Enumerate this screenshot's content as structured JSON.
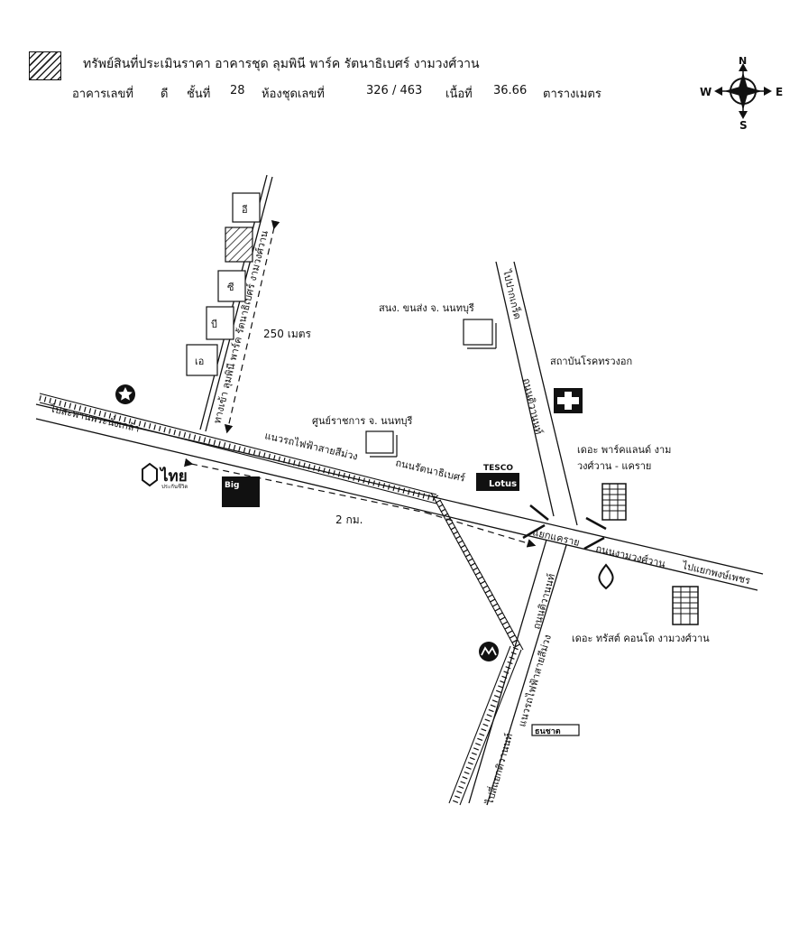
{
  "header": {
    "line1": "ทรัพย์สินที่ประเมินราคา อาคารชุด ลุมพินี พาร์ค รัตนาธิเบศร์ งามวงศ์วาน",
    "building_label": "อาคารเลขที่",
    "building_value": "ดี",
    "floor_label": "ชั้นที่",
    "floor_value": "28",
    "room_label": "ห้องชุดเลขที่",
    "room_value": "326 / 463",
    "area_label": "เนื้อที่",
    "area_value": "36.66",
    "area_unit": "ตารางเมตร"
  },
  "compass": {
    "n": "N",
    "s": "S",
    "e": "E",
    "w": "W"
  },
  "map": {
    "buildings": [
      "อี",
      "ซี",
      "บี",
      "เอ"
    ],
    "lumpini_road": "ทางเข้า ลุมพินี พาร์ค รัตนาธิเบศร์ งามวงศ์วาน",
    "dist_250": "250 เมตร",
    "dist_2km": "2 กม.",
    "to_pranangklao": "ไปสะพานพระนั่งเกล้า",
    "rail_purple": "แนวรถไฟฟ้าสายสีม่วง",
    "rattanathibet_rd": "ถนนรัตนาธิเบศร์",
    "district_office": "สนง. ขนส่ง  จ. นนทบุรี",
    "gov_center": "ศูนย์ราชการ จ. นนทบุรี",
    "to_pakkret": "ไปปากเกร็ด",
    "tiwanon_north": "ถนนติวานนท์",
    "chest_institute": "สถาบันโรคทรวงอก",
    "the_park_land": "เดอะ พาร์คแลนด์ งาม\nวงศ์วาน - แคราย",
    "tesco": "TESCO",
    "lotus": "Lotus",
    "big_c": "Big",
    "thai_bank": "ไทย",
    "thai_bank_sub": "ประกันชีวิต",
    "khae_rai": "แยกแคราย",
    "ngamwongwan_rd": "ถนนงามวงศ์วาน",
    "to_phongphet": "ไปแยกพงษ์เพชร",
    "tiwanon_south": "ถนนติวานนท์",
    "trust_condo": "เดอะ ทรัสต์ คอนโด  งามวงศ์วาน",
    "rail_purple_2": "แนวรถไฟฟ้าสายสีม่วง",
    "to_tiwanon_jn": "ไปสี่แยกติวานนท์",
    "scb_mark": "ธนชาต"
  }
}
